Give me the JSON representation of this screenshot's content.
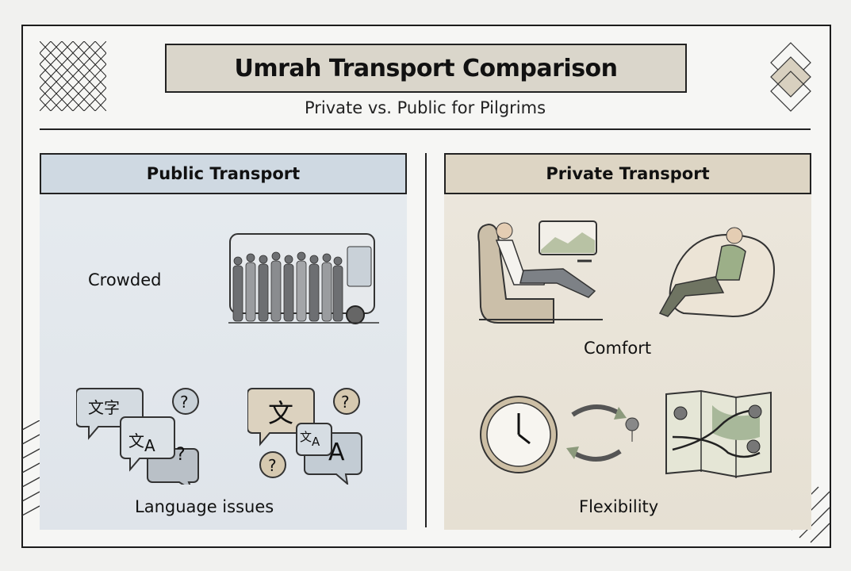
{
  "header": {
    "title": "Umrah Transport Comparison",
    "subtitle": "Private vs. Public for Pilgrims"
  },
  "public": {
    "heading": "Public Transport",
    "items": [
      {
        "label": "Crowded",
        "icon": "crowded-bus-icon"
      },
      {
        "label": "Language issues",
        "icon": "speech-bubbles-icon"
      }
    ],
    "bubble_text": {
      "chars": "文字",
      "translate_zh": "文",
      "translate_a": "A",
      "question": "?"
    }
  },
  "private": {
    "heading": "Private Transport",
    "items": [
      {
        "label": "Comfort",
        "icon": "relaxing-seat-icon"
      },
      {
        "label": "Flexibility",
        "icon": "clock-map-icon"
      }
    ]
  },
  "colors": {
    "public_header": "#cfd9e2",
    "private_header": "#ddd5c4",
    "title_box": "#dad6cb"
  }
}
